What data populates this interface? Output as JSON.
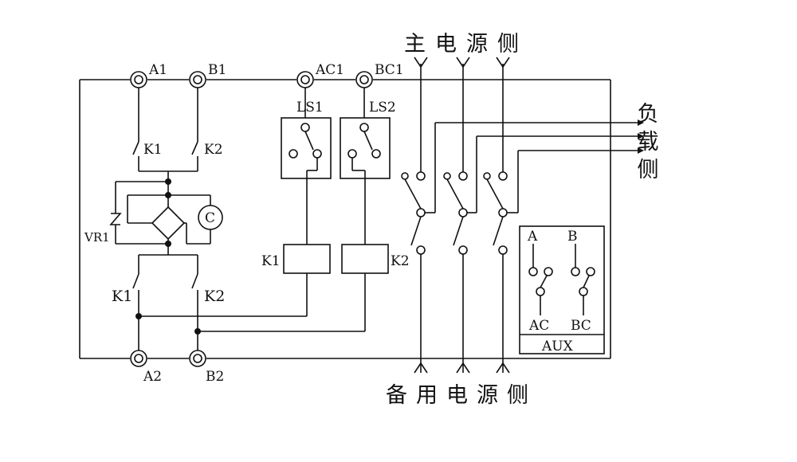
{
  "diagram": {
    "title_top": "主电源侧",
    "title_bottom": "备用电源侧",
    "title_right": "负载侧",
    "terminals": {
      "a1": "A1",
      "b1": "B1",
      "ac1": "AC1",
      "bc1": "BC1",
      "a2": "A2",
      "b2": "B2"
    },
    "contacts": {
      "k1_upper": "K1",
      "k2_upper": "K2",
      "k1_lower": "K1",
      "k2_lower": "K2"
    },
    "varistor": "VR1",
    "capacitor": "C",
    "limit_switches": {
      "ls1": "LS1",
      "ls2": "LS2"
    },
    "coils": {
      "k1": "K1",
      "k2": "K2"
    },
    "aux": {
      "title": "AUX",
      "a": "A",
      "b": "B",
      "ac": "AC",
      "bc": "BC"
    }
  }
}
